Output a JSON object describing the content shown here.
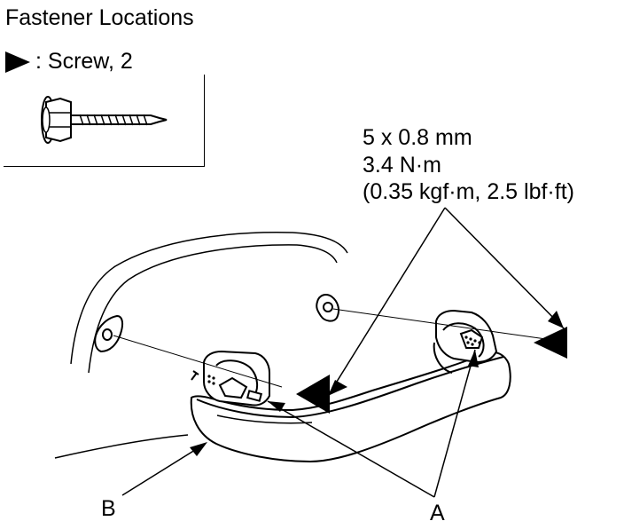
{
  "title": "Fastener Locations",
  "legend": {
    "symbol_icon": "filled-triangle-arrow-icon",
    "text": ": Screw, 2"
  },
  "spec": {
    "size": "5 x 0.8 mm",
    "torque_nm": "3.4 N·m",
    "torque_alt": "(0.35 kgf·m, 2.5 lbf·ft)"
  },
  "labels": {
    "a": "A",
    "b": "B"
  },
  "colors": {
    "line": "#000000",
    "background": "#ffffff"
  }
}
